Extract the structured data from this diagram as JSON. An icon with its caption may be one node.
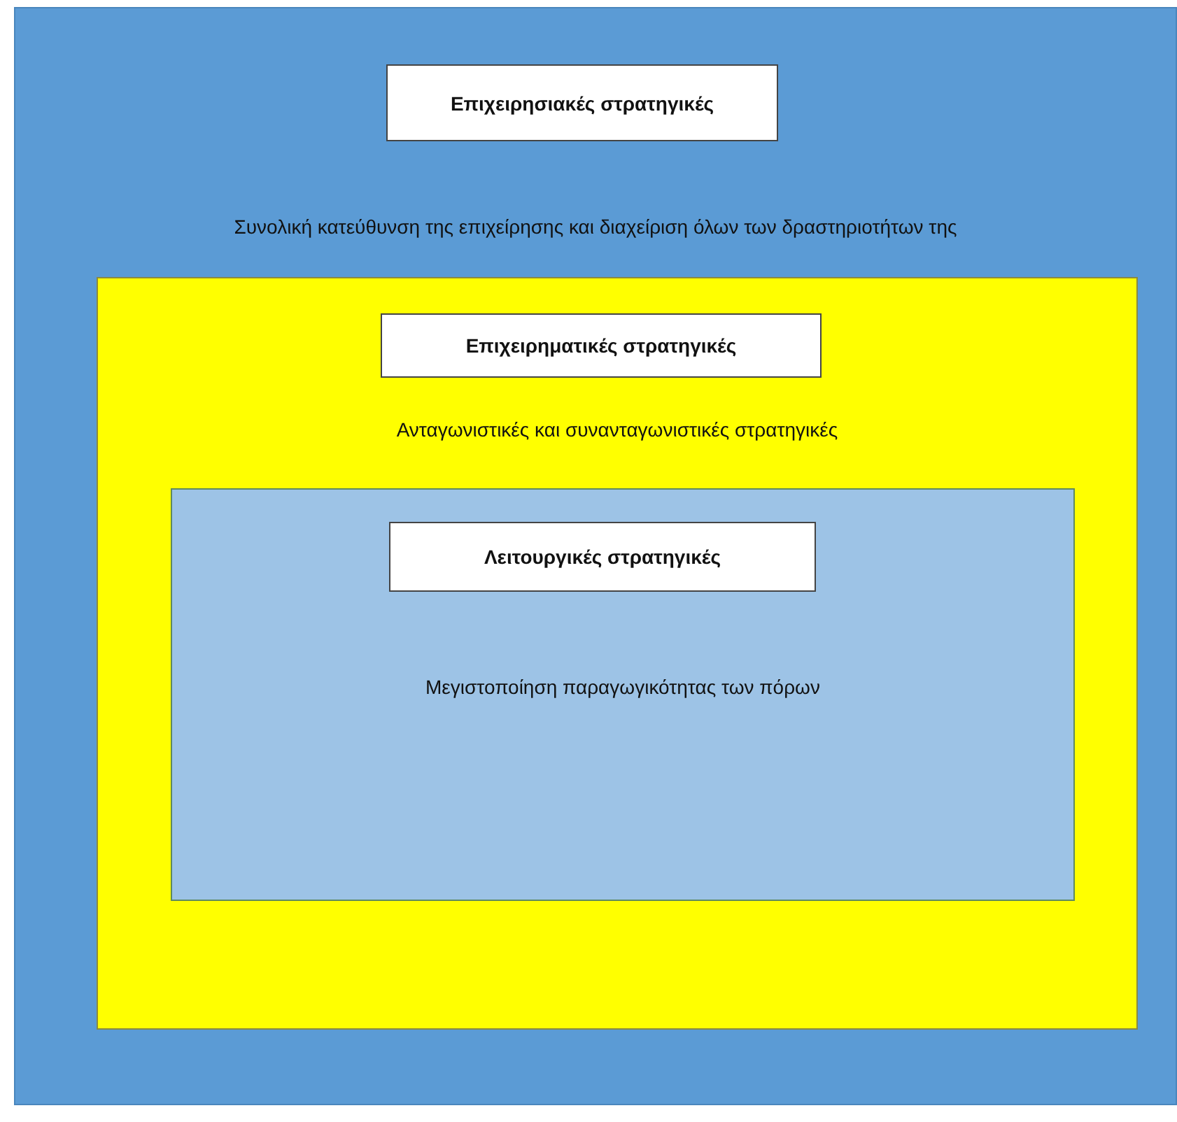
{
  "diagram": {
    "nodes": [
      {
        "text": [
          "Συνολική κατεύθυνση της επιχείρησης και διαχείριση όλων των δραστηριοτήτων της"
        ]
      },
      {
        "text": [
          "Επιχειρησιακές στρατηγικές"
        ],
        "in": 0
      },
      {
        "text": [
          "Ανταγωνιστικές και συνανταγωνιστικές στρατηγικές"
        ],
        "in": 0
      },
      {
        "text": [
          "Επιχειρηματικές στρατηγικές"
        ],
        "in": 2
      },
      {
        "text": [
          "Μεγιστοποίηση παραγωγικότητας των πόρων"
        ],
        "in": 2
      },
      {
        "text": [
          "Λειτουργικές στρατηγικές"
        ],
        "in": 4
      }
    ]
  }
}
